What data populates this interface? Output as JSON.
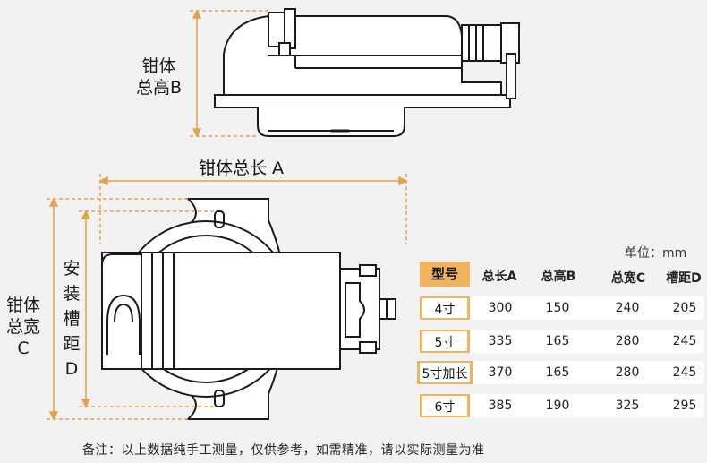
{
  "labels": {
    "height_line1": "钳体",
    "height_line2": "总高B",
    "length": "钳体总长 A",
    "width_line1": "钳体",
    "width_line2": "总宽",
    "width_line3": "C",
    "groove_chars": [
      "安",
      "装",
      "槽",
      "距",
      "D"
    ]
  },
  "table": {
    "unit": "单位：mm",
    "headers": [
      "型号",
      "总长A",
      "总高B",
      "总宽C",
      "槽距D"
    ],
    "rows": [
      {
        "model": "4寸",
        "a": "300",
        "b": "150",
        "c": "240",
        "d": "205"
      },
      {
        "model": "5寸",
        "a": "335",
        "b": "165",
        "c": "280",
        "d": "245"
      },
      {
        "model": "5寸加长",
        "a": "370",
        "b": "165",
        "c": "280",
        "d": "245"
      },
      {
        "model": "6寸",
        "a": "385",
        "b": "190",
        "c": "325",
        "d": "295"
      }
    ]
  },
  "note": "备注：以上数据纯手工测量，仅供参考，如需精准，请以实际测量为准",
  "colors": {
    "accent": "#f0b35e",
    "dimension_line": "#e4a24a",
    "outline": "#1a1a1a",
    "background": "#f2f2f2"
  }
}
